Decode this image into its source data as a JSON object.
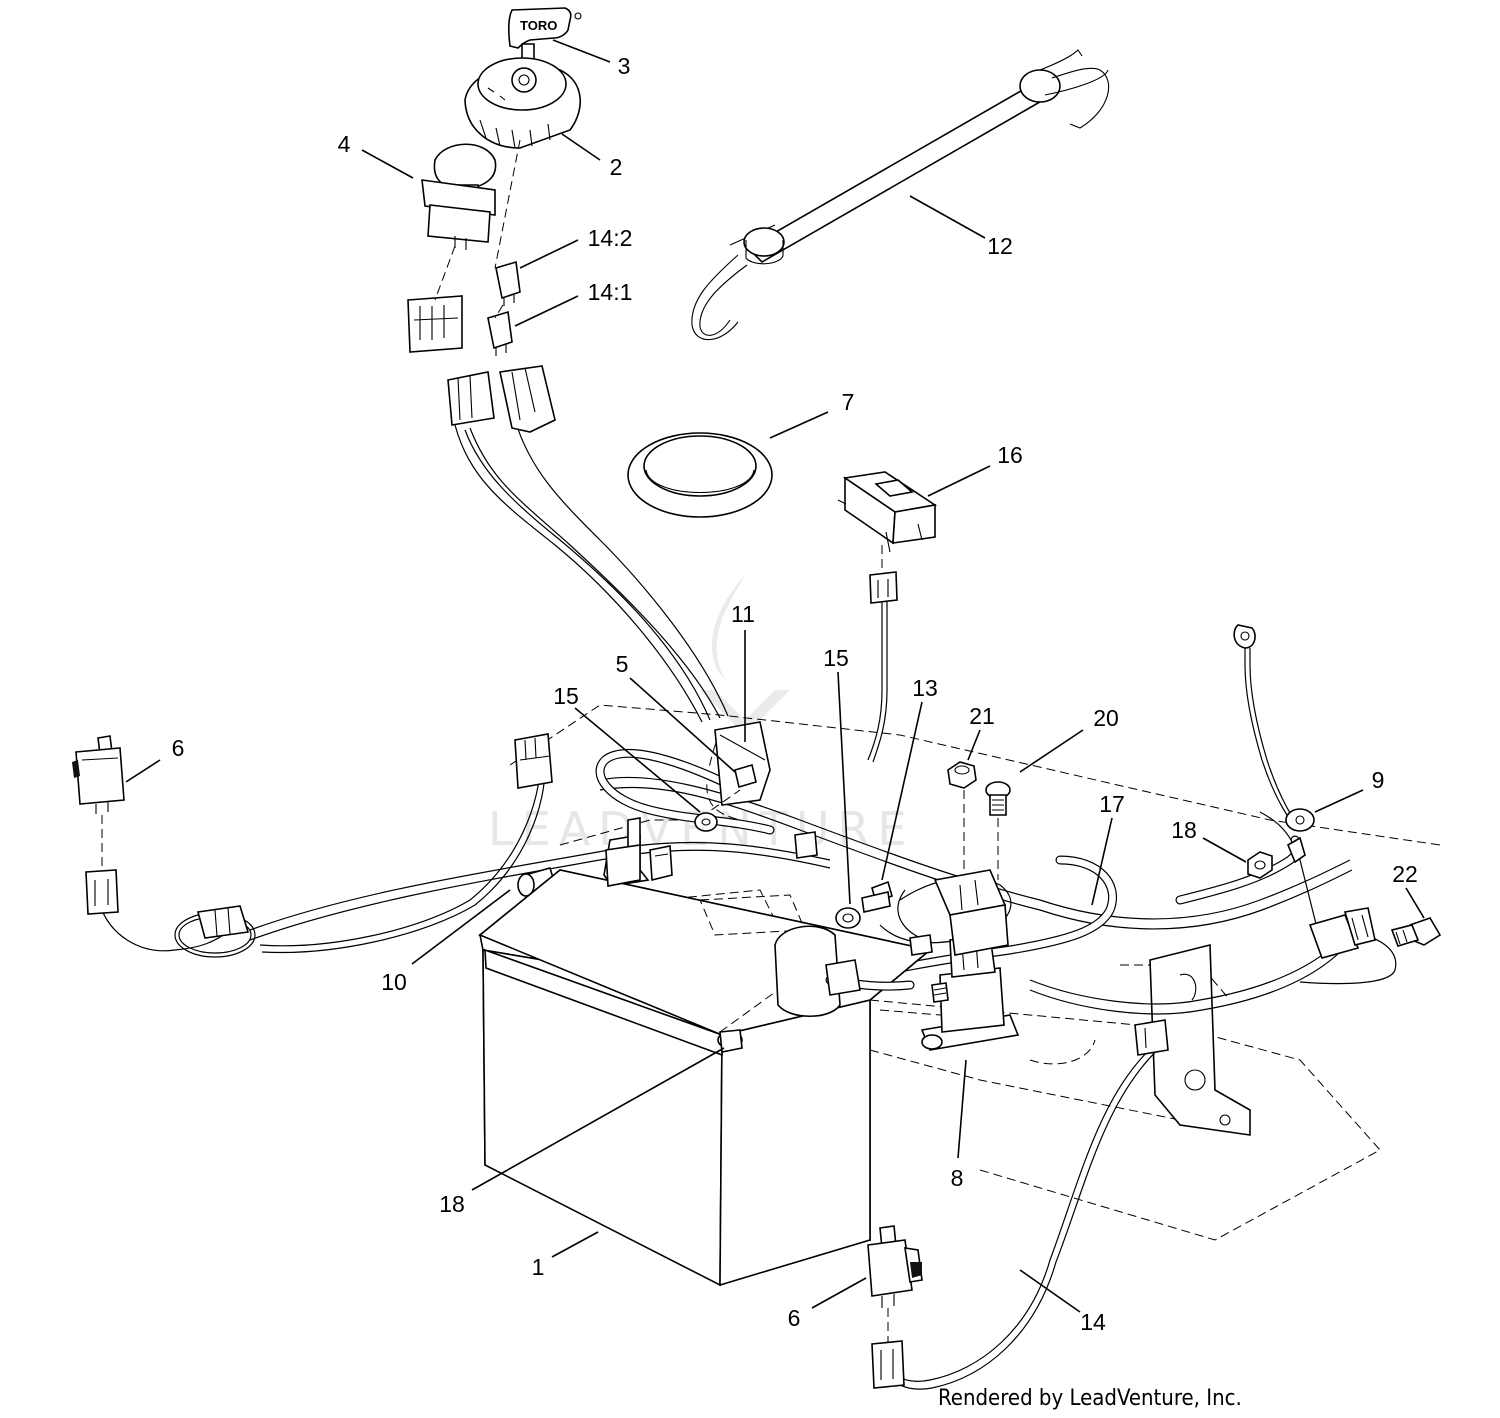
{
  "diagram": {
    "credit": "Rendered by LeadVenture, Inc.",
    "key_brand": "TORO",
    "watermark": "LEADVENTURE",
    "callouts": [
      {
        "id": "c-3",
        "label": "3"
      },
      {
        "id": "c-2",
        "label": "2"
      },
      {
        "id": "c-4",
        "label": "4"
      },
      {
        "id": "c-12",
        "label": "12"
      },
      {
        "id": "c-14-2",
        "label": "14:2"
      },
      {
        "id": "c-14-1",
        "label": "14:1"
      },
      {
        "id": "c-7",
        "label": "7"
      },
      {
        "id": "c-16",
        "label": "16"
      },
      {
        "id": "c-11",
        "label": "11"
      },
      {
        "id": "c-5",
        "label": "5"
      },
      {
        "id": "c-15a",
        "label": "15"
      },
      {
        "id": "c-15b",
        "label": "15"
      },
      {
        "id": "c-13",
        "label": "13"
      },
      {
        "id": "c-21",
        "label": "21"
      },
      {
        "id": "c-20",
        "label": "20"
      },
      {
        "id": "c-6a",
        "label": "6"
      },
      {
        "id": "c-9",
        "label": "9"
      },
      {
        "id": "c-18a",
        "label": "18"
      },
      {
        "id": "c-17",
        "label": "17"
      },
      {
        "id": "c-22",
        "label": "22"
      },
      {
        "id": "c-10",
        "label": "10"
      },
      {
        "id": "c-18b",
        "label": "18"
      },
      {
        "id": "c-8",
        "label": "8"
      },
      {
        "id": "c-1",
        "label": "1"
      },
      {
        "id": "c-6b",
        "label": "6"
      },
      {
        "id": "c-14",
        "label": "14"
      }
    ]
  }
}
